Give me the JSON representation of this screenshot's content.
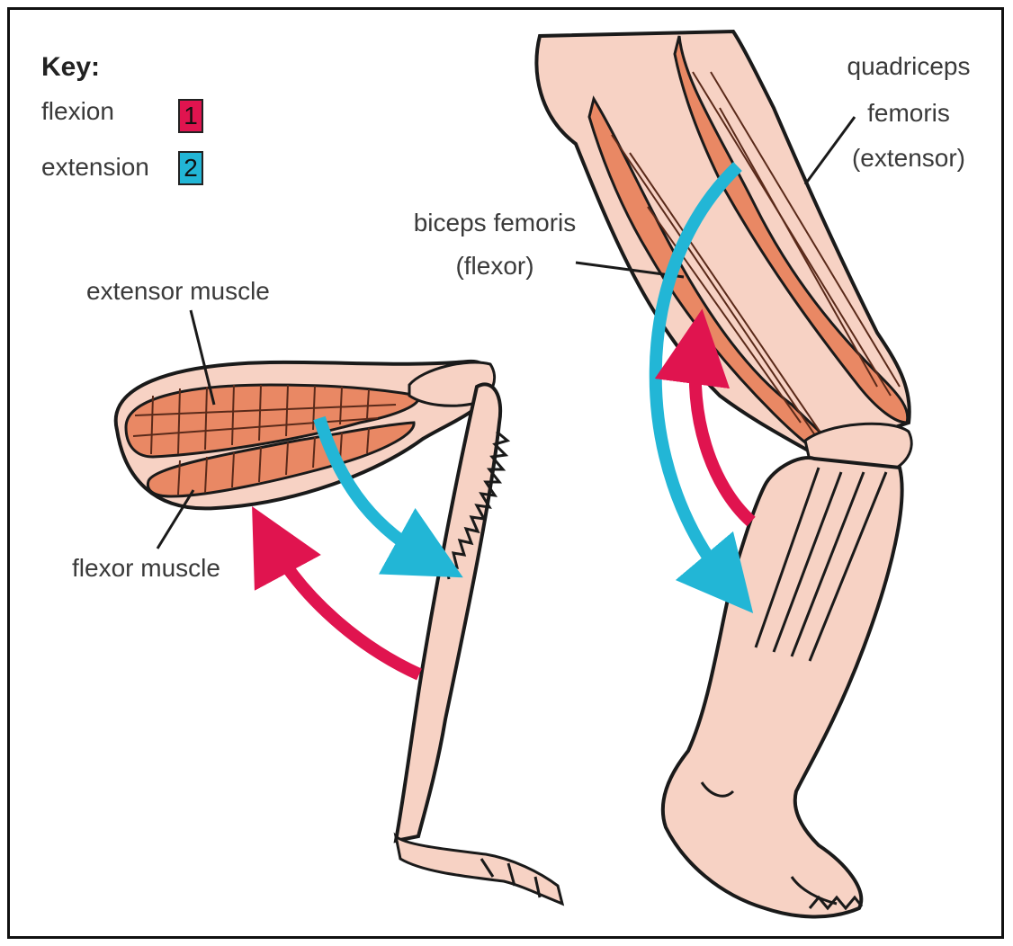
{
  "key": {
    "title": "Key:",
    "items": [
      {
        "label": "flexion",
        "number": "1",
        "color": "#e0144f"
      },
      {
        "label": "extension",
        "number": "2",
        "color": "#22b6d6"
      }
    ]
  },
  "labels": {
    "quadriceps_line1": "quadriceps",
    "quadriceps_line2": "femoris",
    "quadriceps_line3": "(extensor)",
    "biceps_line1": "biceps femoris",
    "biceps_line2": "(flexor)",
    "extensor_muscle": "extensor muscle",
    "flexor_muscle": "flexor muscle"
  },
  "colors": {
    "flexion_arrow": "#e0144f",
    "extension_arrow": "#22b6d6",
    "muscle": "#e98864",
    "skin": "#f7d2c4",
    "outline": "#1a1a1a"
  }
}
